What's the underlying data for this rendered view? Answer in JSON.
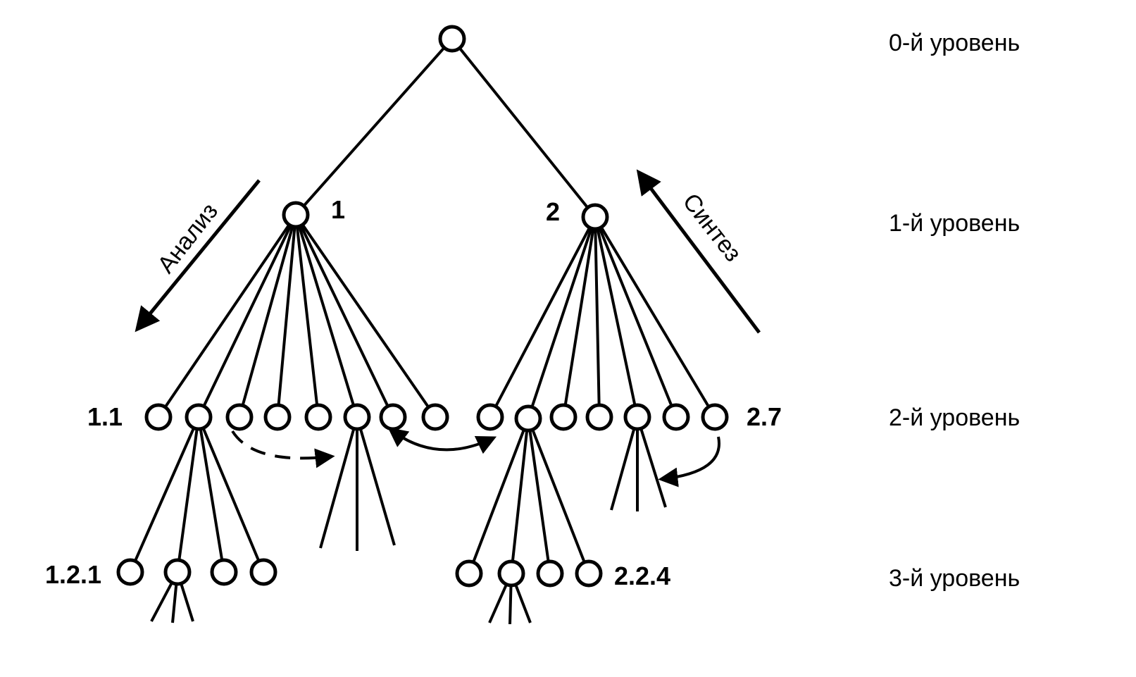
{
  "diagram": {
    "colors": {
      "stroke": "#000000",
      "background": "#ffffff"
    },
    "levels": [
      "0-й уровень",
      "1-й уровень",
      "2-й уровень",
      "3-й уровень"
    ],
    "node_labels": {
      "n1": "1",
      "n2": "2",
      "n11": "1.1",
      "n27": "2.7",
      "n121": "1.2.1",
      "n224": "2.2.4"
    },
    "arrows": {
      "analysis": "Анализ",
      "synthesis": "Синтез"
    }
  }
}
